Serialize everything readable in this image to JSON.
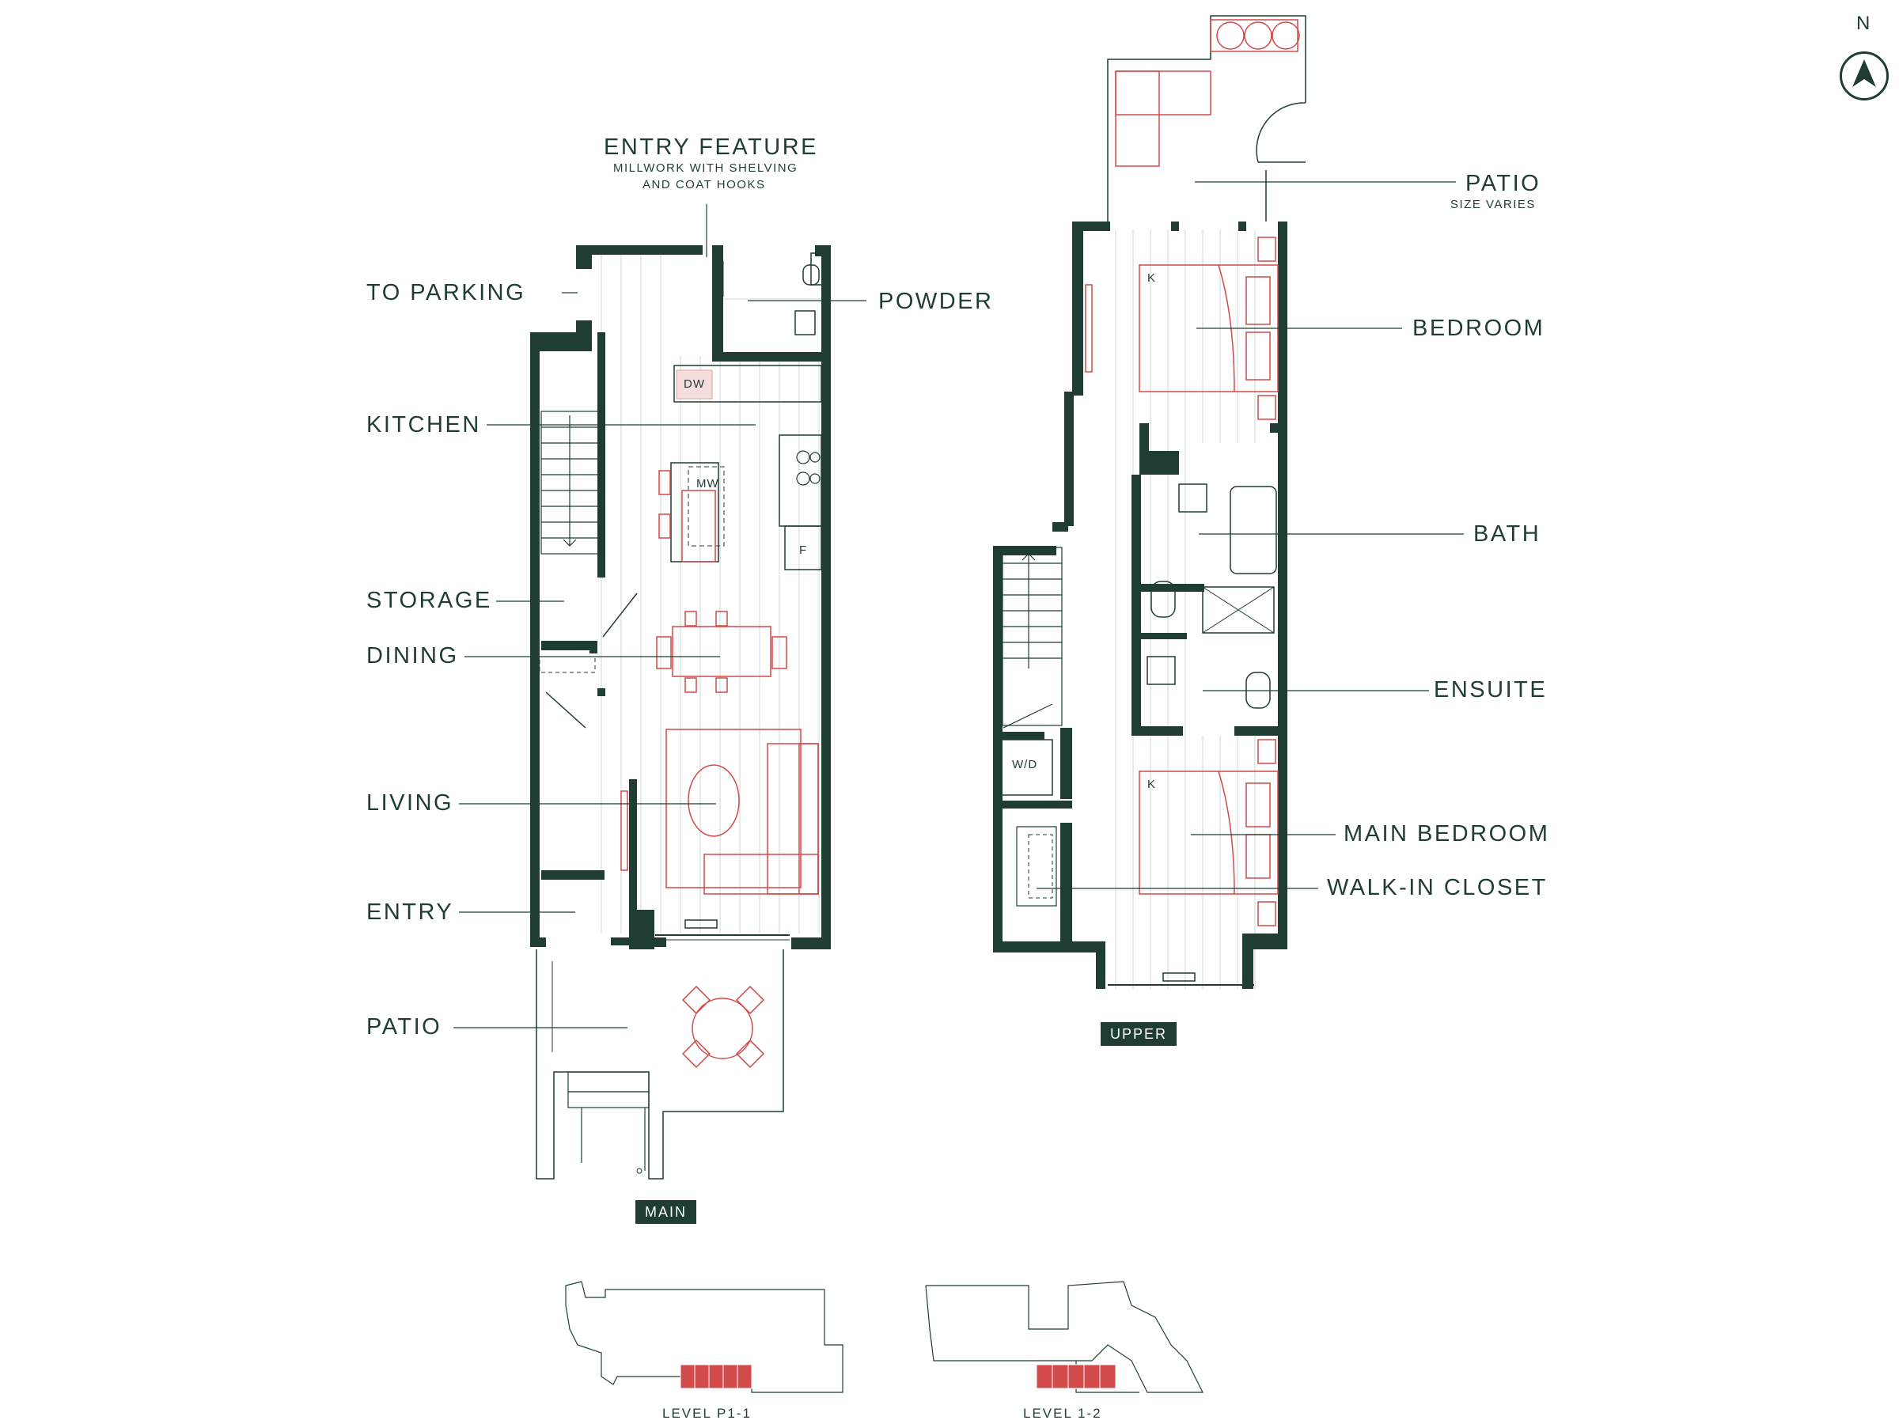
{
  "compass": {
    "label": "N"
  },
  "main_level": {
    "tag": "MAIN",
    "entry_feature": {
      "title": "ENTRY FEATURE",
      "line1": "MILLWORK WITH SHELVING",
      "line2": "AND COAT HOOKS"
    },
    "labels": {
      "to_parking": "TO PARKING",
      "powder": "POWDER",
      "kitchen": "KITCHEN",
      "storage": "STORAGE",
      "dining": "DINING",
      "living": "LIVING",
      "entry": "ENTRY",
      "patio": "PATIO"
    },
    "fixtures": {
      "dw": "DW",
      "mw": "MW",
      "f": "F"
    }
  },
  "upper_level": {
    "tag": "UPPER",
    "patio": {
      "title": "PATIO",
      "note": "SIZE VARIES"
    },
    "labels": {
      "bedroom": "BEDROOM",
      "bath": "BATH",
      "ensuite": "ENSUITE",
      "main_bedroom": "MAIN BEDROOM",
      "walk_in_closet": "WALK-IN CLOSET"
    },
    "fixtures": {
      "wd": "W/D",
      "k1": "K",
      "k2": "K"
    }
  },
  "key_plans": [
    {
      "label": "LEVEL P1-1"
    },
    {
      "label": "LEVEL 1-2"
    }
  ],
  "colors": {
    "wall": "#1f3d33",
    "furniture": "#d24a4a",
    "text": "#1f3d33"
  }
}
